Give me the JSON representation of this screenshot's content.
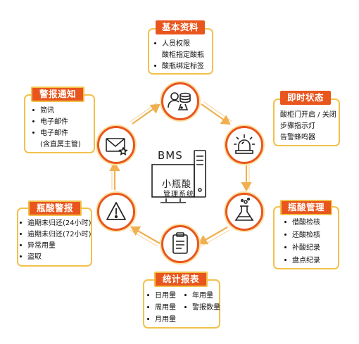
{
  "center": {
    "title": "BMS",
    "name_line1": "小瓶酸",
    "name_line2": "管理系统"
  },
  "colors": {
    "accent": "#e8561e",
    "border": "#f2c14b",
    "arrow": "#f0b050"
  },
  "sections": {
    "basic_info": {
      "title": "基本资料",
      "items": [
        "人员权限",
        "酸柜指定酸瓶",
        "酸瓶绑定标签"
      ],
      "icon": "users-database-icon"
    },
    "realtime_status": {
      "title": "即时状态",
      "items": [
        "酸柜门开启 / 关闭",
        "步骤指示灯",
        "告警蜂鸣器"
      ],
      "icon": "alarm-light-icon"
    },
    "acid_management": {
      "title": "瓶酸管理",
      "items": [
        "借酸检核",
        "还酸检核",
        "补酸纪录",
        "盘点纪录"
      ],
      "icon": "flask-icon"
    },
    "statistics": {
      "title": "统计报表",
      "items": [
        "日用量",
        "年用量",
        "周用量",
        "警报数量",
        "月用量"
      ],
      "icon": "clipboard-icon"
    },
    "acid_alarm": {
      "title": "瓶酸警报",
      "items": [
        "逾期未归还(24小时)",
        "逾期未归还(72小时)",
        "异常用量",
        "盗取"
      ],
      "icon": "warning-icon"
    },
    "alarm_notify": {
      "title": "警报通知",
      "items": [
        "简讯",
        "电子邮件",
        "电子邮件",
        "(含直属主管)"
      ],
      "icon": "mail-star-icon"
    }
  }
}
